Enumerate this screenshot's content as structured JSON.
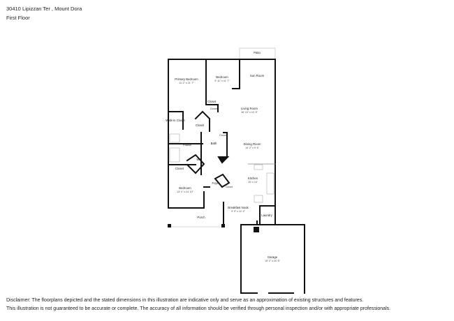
{
  "header": {
    "address": "30410 Lipizzan Ter , Mount Dora",
    "floor": "First Floor"
  },
  "rooms": [
    {
      "id": "patio",
      "name": "Patio",
      "dims": ""
    },
    {
      "id": "primary-bedroom",
      "name": "Primary Bedroom",
      "dims": "11' 2\" x 21' 7\""
    },
    {
      "id": "bedroom-2",
      "name": "Bedroom",
      "dims": "9' 11\" x 11' 7\""
    },
    {
      "id": "sun-room",
      "name": "Sun Room",
      "dims": ""
    },
    {
      "id": "closet-1",
      "name": "Closet",
      "dims": ""
    },
    {
      "id": "closet-2",
      "name": "Closet",
      "dims": ""
    },
    {
      "id": "living-room",
      "name": "Living Room",
      "dims": "16' 10\" x 12' 9\""
    },
    {
      "id": "walk-in-closet",
      "name": "Walk-in Closet",
      "dims": ""
    },
    {
      "id": "closet-3",
      "name": "Closet",
      "dims": ""
    },
    {
      "id": "closet-4",
      "name": "Closet",
      "dims": ""
    },
    {
      "id": "p-bath",
      "name": "P.Bath",
      "dims": ""
    },
    {
      "id": "bath",
      "name": "Bath",
      "dims": ""
    },
    {
      "id": "dining-room",
      "name": "Dining Room",
      "dims": "14' 2\" x 9' 6\""
    },
    {
      "id": "wc",
      "name": "WC",
      "dims": ""
    },
    {
      "id": "closet-5",
      "name": "Closet",
      "dims": ""
    },
    {
      "id": "kitchen",
      "name": "Kitchen",
      "dims": "20' x 14'"
    },
    {
      "id": "foyer",
      "name": "Foyer",
      "dims": ""
    },
    {
      "id": "closet-6",
      "name": "Closet",
      "dims": ""
    },
    {
      "id": "bedroom-3",
      "name": "Bedroom",
      "dims": "13' 1\" x 14' 10\""
    },
    {
      "id": "breakfast-nook",
      "name": "Breakfast Nook",
      "dims": "9' 9\" x 12' 4\""
    },
    {
      "id": "laundry",
      "name": "Laundry",
      "dims": ""
    },
    {
      "id": "porch",
      "name": "Porch",
      "dims": ""
    },
    {
      "id": "garage",
      "name": "Garage",
      "dims": "19' 2\" x 20' 5\""
    }
  ],
  "disclaimer": {
    "line1": "Disclaimer: The floorplans depicted and the stated dimensions in this illustration are indicative only and serve as an approximation of existing structures and features.",
    "line2": "This illustration is not guaranteed to be accurate or complete. The accuracy of all information should be verified through personal inspection and/or with appropriate professionals."
  }
}
